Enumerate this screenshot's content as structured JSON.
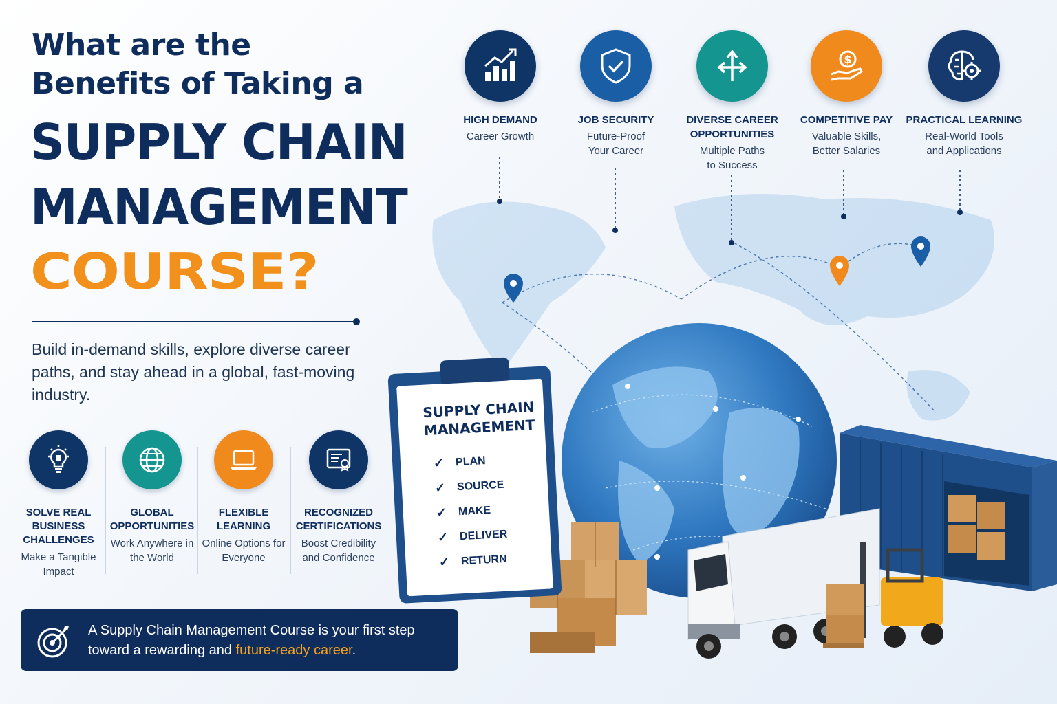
{
  "headline": {
    "line1": "What are the",
    "line2": "Benefits of Taking a",
    "line3": "SUPPLY CHAIN",
    "line4": "MANAGEMENT",
    "line5": "COURSE?"
  },
  "intro": "Build in-demand skills, explore diverse career paths, and stay ahead in a global, fast-moving industry.",
  "top_benefits": [
    {
      "title": "HIGH DEMAND",
      "title2": "",
      "sub": "Career Growth",
      "sub2": "",
      "icon": "growth-chart-icon",
      "color": "#0f3466"
    },
    {
      "title": "JOB SECURITY",
      "title2": "",
      "sub": "Future-Proof",
      "sub2": "Your Career",
      "icon": "shield-check-icon",
      "color": "#1a5fa6"
    },
    {
      "title": "DIVERSE CAREER",
      "title2": "OPPORTUNITIES",
      "sub": "Multiple Paths",
      "sub2": "to Success",
      "icon": "split-arrows-icon",
      "color": "#14958f"
    },
    {
      "title": "COMPETITIVE PAY",
      "title2": "",
      "sub": "Valuable Skills,",
      "sub2": "Better Salaries",
      "icon": "money-hand-icon",
      "color": "#f08a1c"
    },
    {
      "title": "PRACTICAL LEARNING",
      "title2": "",
      "sub": "Real-World Tools",
      "sub2": "and Applications",
      "icon": "brain-gear-icon",
      "color": "#16396e"
    }
  ],
  "bottom_benefits": [
    {
      "title": "SOLVE REAL BUSINESS CHALLENGES",
      "sub": "Make a Tangible Impact",
      "icon": "lightbulb-icon",
      "color": "#0f3466"
    },
    {
      "title": "GLOBAL OPPORTUNITIES",
      "sub": "Work Anywhere in the World",
      "icon": "globe-icon",
      "color": "#14958f"
    },
    {
      "title": "FLEXIBLE LEARNING",
      "sub": "Online Options for Everyone",
      "icon": "laptop-icon",
      "color": "#f08a1c"
    },
    {
      "title": "RECOGNIZED CERTIFICATIONS",
      "sub": "Boost Credibility and Confidence",
      "icon": "certificate-icon",
      "color": "#0f3466"
    }
  ],
  "clipboard": {
    "title_line1": "SUPPLY CHAIN",
    "title_line2": "MANAGEMENT",
    "steps": [
      "PLAN",
      "SOURCE",
      "MAKE",
      "DELIVER",
      "RETURN"
    ]
  },
  "banner": {
    "text_line1": "A Supply Chain Management Course is your first step",
    "text_line2_start": "toward a rewarding and ",
    "text_line2_accent": "future-ready career",
    "text_line2_end": "."
  },
  "colors": {
    "navy": "#0f2d5c",
    "orange": "#f2901c",
    "teal": "#14958f",
    "blue": "#1a5fa6"
  }
}
